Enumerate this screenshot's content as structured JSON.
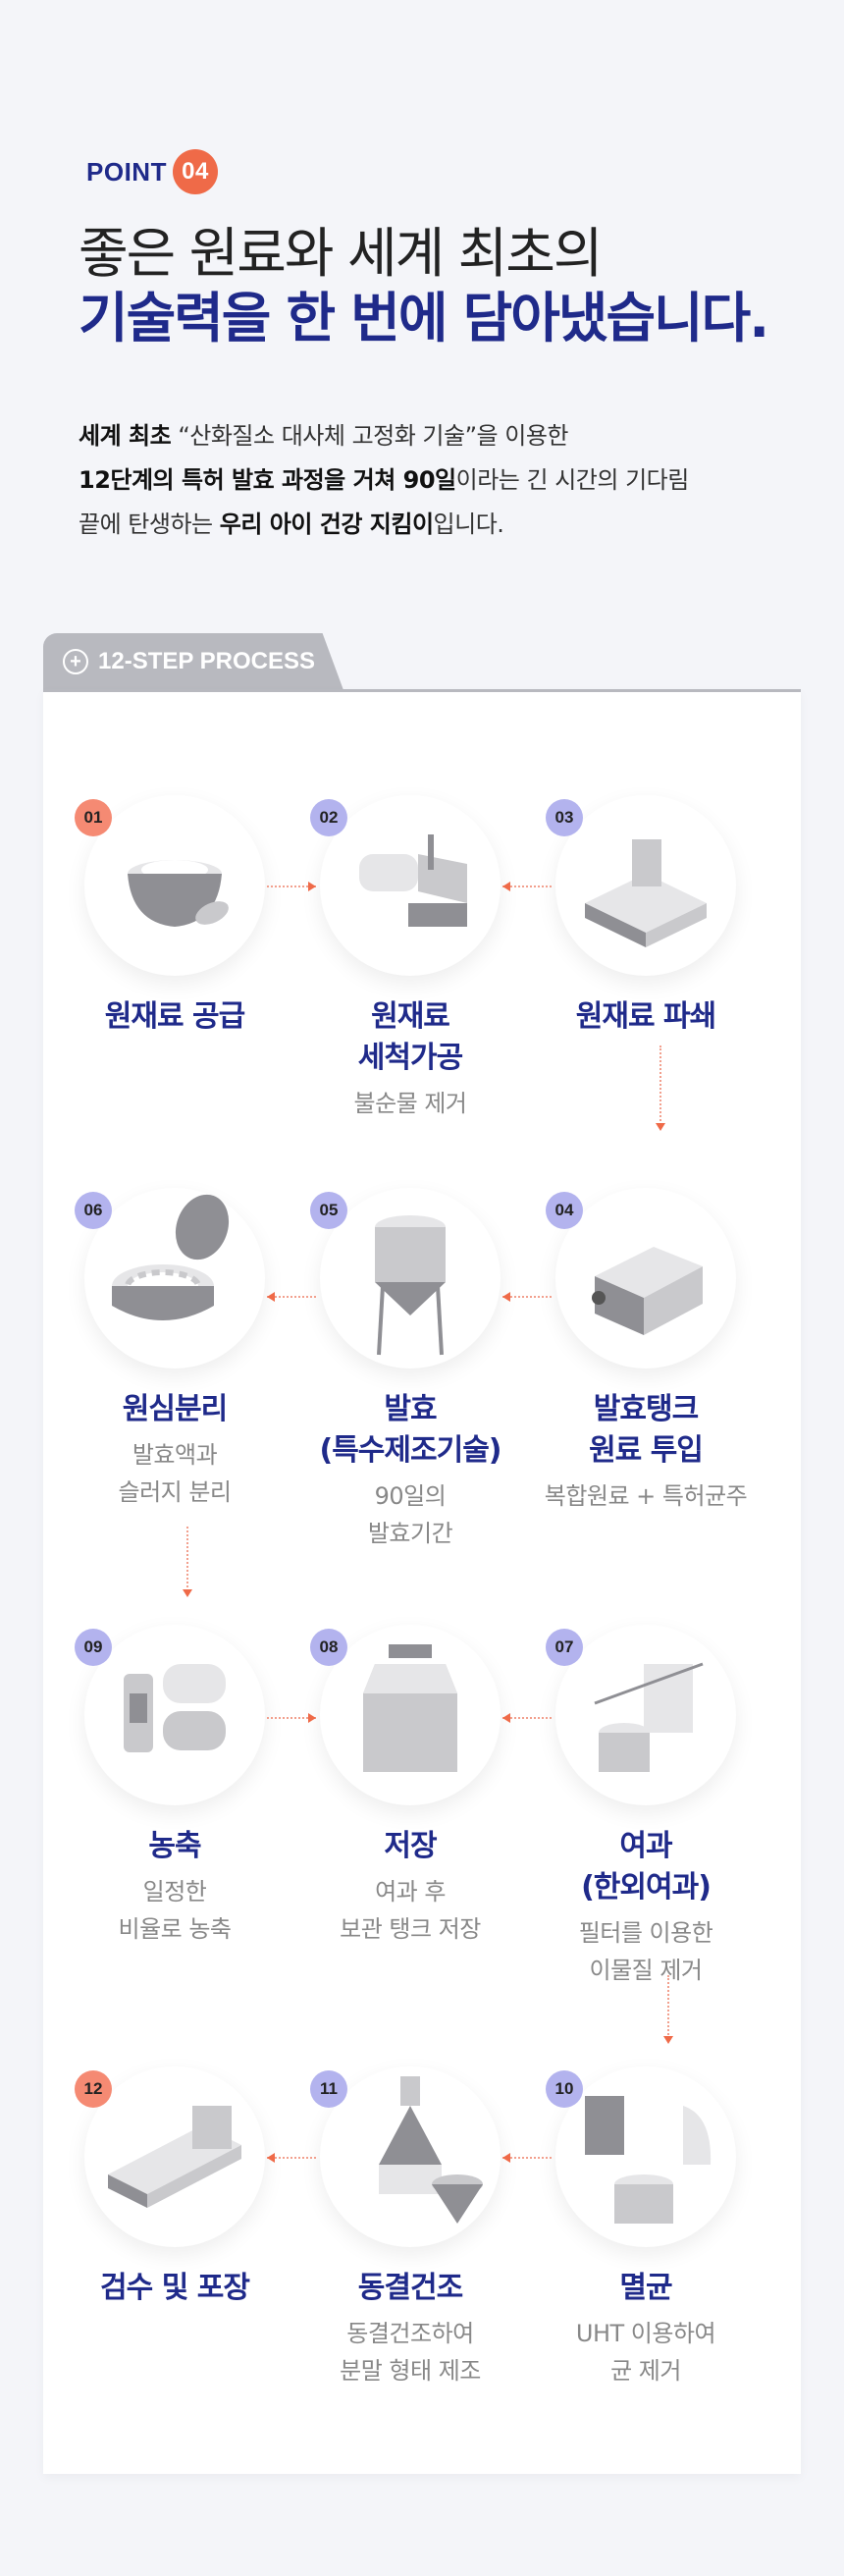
{
  "point": {
    "label": "POINT",
    "number": "04"
  },
  "headline": {
    "line1": "좋은 원료와 세계 최초의",
    "line2": "기술력을 한 번에 담아냈습니다."
  },
  "intro": {
    "line1_bold": "세계 최초",
    "line1_rest": " “산화질소 대사체 고정화 기술”을 이용한",
    "line2_bold": "12단계의 특허 발효 과정을 거쳐 90일",
    "line2_rest": "이라는 긴 시간의 기다림",
    "line3_pre": "끝에 탄생하는 ",
    "line3_bold": "우리 아이 건강 지킴이",
    "line3_post": "입니다."
  },
  "process_tab": {
    "icon": "plus-circle-icon",
    "label": "12-STEP PROCESS"
  },
  "steps": [
    {
      "num": "01",
      "title": "원재료 공급",
      "desc": "",
      "icon": "bowl-icon",
      "badge_color": "#f58a73"
    },
    {
      "num": "02",
      "title": "원재료\n세척가공",
      "desc": "불순물 제거",
      "icon": "washer-icon",
      "badge_color": "#b3b3ee"
    },
    {
      "num": "03",
      "title": "원재료 파쇄",
      "desc": "",
      "icon": "crusher-icon",
      "badge_color": "#b3b3ee"
    },
    {
      "num": "04",
      "title": "발효탱크\n원료 투입",
      "desc": "복합원료 + 특허균주",
      "icon": "tank-icon",
      "badge_color": "#b3b3ee"
    },
    {
      "num": "05",
      "title": "발효\n(특수제조기술)",
      "desc": "90일의\n발효기간",
      "icon": "silo-icon",
      "badge_color": "#b3b3ee"
    },
    {
      "num": "06",
      "title": "원심분리",
      "desc": "발효액과\n슬러지 분리",
      "icon": "centrifuge-icon",
      "badge_color": "#b3b3ee"
    },
    {
      "num": "07",
      "title": "여과\n(한외여과)",
      "desc": "필터를 이용한\n이물질 제거",
      "icon": "filter-icon",
      "badge_color": "#b3b3ee"
    },
    {
      "num": "08",
      "title": "저장",
      "desc": "여과 후\n보관 탱크 저장",
      "icon": "storage-tank-icon",
      "badge_color": "#b3b3ee"
    },
    {
      "num": "09",
      "title": "농축",
      "desc": "일정한\n비율로 농축",
      "icon": "concentrator-icon",
      "badge_color": "#b3b3ee"
    },
    {
      "num": "10",
      "title": "멸균",
      "desc": "UHT 이용하여\n균 제거",
      "icon": "sterilizer-icon",
      "badge_color": "#b3b3ee"
    },
    {
      "num": "11",
      "title": "동결건조",
      "desc": "동결건조하여\n분말 형태 제조",
      "icon": "freeze-dryer-icon",
      "badge_color": "#b3b3ee"
    },
    {
      "num": "12",
      "title": "검수 및 포장",
      "desc": "",
      "icon": "packaging-icon",
      "badge_color": "#f58a73"
    }
  ]
}
